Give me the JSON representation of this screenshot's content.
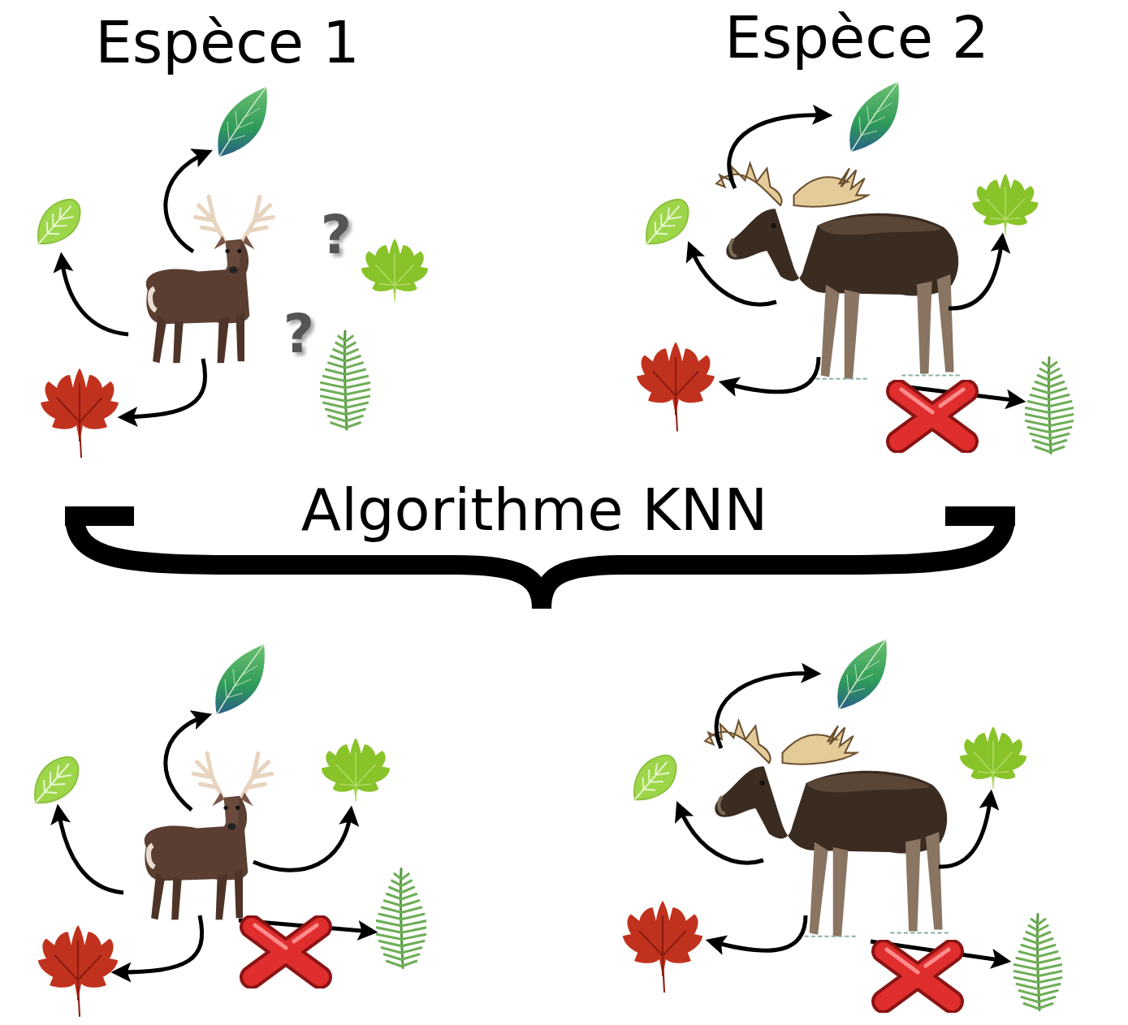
{
  "diagram": {
    "labels": [
      "Espèce 1",
      "Espèce 2",
      "?",
      "?",
      "Algorithme KNN"
    ]
  }
}
